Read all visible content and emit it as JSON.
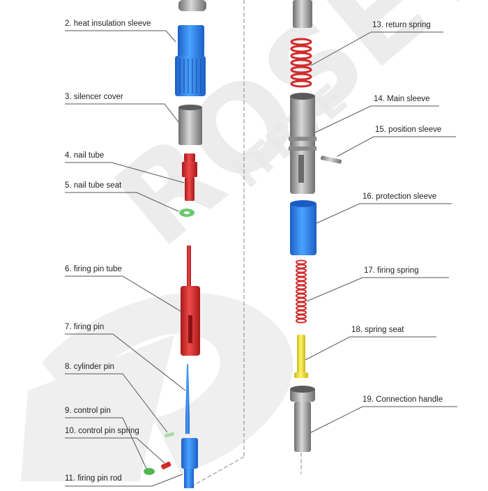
{
  "watermark": {
    "big": "ROSET",
    "small": "ITEVE"
  },
  "labels": [
    "2. heat insulation sleeve",
    "3. silencer cover",
    "4. nail tube",
    "5. nail tube seat",
    "6. firing pin tube",
    "7. firing pin",
    "8. cylinder pin",
    "9. control pin",
    "10. control pin spring",
    "11. firing pin rod",
    "13. return spring",
    "14. Main sleeve",
    "15. position  sleeve",
    "16. protection sleeve",
    "17. firing spring",
    "18. spring seat",
    "19. Connection handle"
  ],
  "colors": {
    "blue": "#2f7de0",
    "red": "#d12a2a",
    "gray": "#9a9a9a",
    "yellow": "#f2e63a",
    "green": "#6ec96e",
    "line": "#555555"
  }
}
